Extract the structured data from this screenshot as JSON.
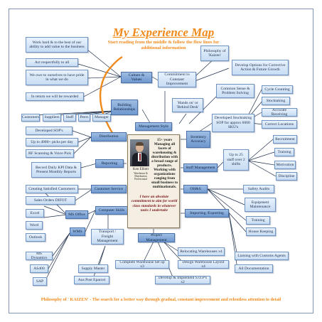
{
  "title": "My Experience Map",
  "subtitle": "Start reading from the middle & follow the flow lines for additional information",
  "center": {
    "summary": "15+ years Managing all facets of warehousing & distribution with a broad range of products. Working with organizations ranging from small business to multinationals.",
    "name": "Ken Elliott",
    "role": "Warehouse & Distribution Professional",
    "commitment": "I have an absolute commitment to aim for world class standards in whatever tasks I undertake"
  },
  "nodes": {
    "work_hard": "Work hard & to the best of our ability to add value to the business",
    "act_respectfully": "Act respectfully to all",
    "owe_ourselves": "We owe to ourselves to have pride in what we do",
    "in_return": "In return we will be rewarded",
    "culture_values": "Culture & Values",
    "commitment_improvement": "Commitment to Constant Improvement",
    "philosophy_kaizen": "Philosophy of 'Kaizen'",
    "develop_options": "Develop Options for Corrective Action & Future Growth",
    "common_sense": "Common Sense & Problem Solving",
    "hands_on": "'Hands on' or 'Behind Desk'",
    "building_relationships": "Building Relationships",
    "customers": "Customers",
    "suppliers": "Suppliers",
    "staff": "Staff",
    "peers": "Peers",
    "manager": "Manager",
    "management_style": "Management Style",
    "cycle_counting": "Cycle Counting",
    "stocktaking": "Stocktaking",
    "accurate_receiving": "Accurate Receiving",
    "correct_locations": "Correct Locations",
    "developed_stocktaking": "Developed Stocktaking SOP for approx 6000 SKU's",
    "inventory_accuracy": "Inventory Accuracy",
    "developed_sops": "Developed SOP's",
    "up_to_4000": "Up to 4000+ picks per day",
    "rf_scanning": "RF Scanning & Voice Pick",
    "distribution": "Distribution",
    "recruitment": "Recruitment",
    "training_1": "Training",
    "motivation": "Motivation",
    "discipline": "Discipline",
    "up_to_25": "Up to 25 staff over 2 shifts",
    "staff_management": "Staff Management",
    "record_kpi": "Record Daily KPI Data & Present Monthly Reports",
    "reporting": "Reporting",
    "creating_customers": "Creating Satisfied Customers",
    "sales_orders": "Sales Orders DIFOT",
    "customer_service": "Customer Service",
    "ohs": "OH&S",
    "safety_audits": "Safety Audits",
    "equipment_maintenance": "Equipment Maintenance",
    "training_2": "Training",
    "house_keeping": "House Keeping",
    "excel": "Excel",
    "word": "Word",
    "outlook": "Outlook",
    "ms_office": "MS Office",
    "computer_skills": "Computer Skills",
    "wms": "WMS",
    "ms_dynamics": "MS Dynamics",
    "as400": "AS400",
    "sap": "SAP",
    "transport_freight": "Transport / Freight Management",
    "supply_master": "Supply Master",
    "aus_post": "Aus Post Eparcel",
    "importing_exporting": "Importing /Exporting",
    "liaising_customs": "Liaising with Customs Agents",
    "all_documentation": "All Documentation",
    "project_management": "Project Management",
    "complete_warehouse": "Complete Warehouse Set up x3",
    "relocating_warehouses": "Relocating Warehouses x4",
    "design_warehouse": "Design Warehouse Layout x4",
    "develop_implement": "Develop & Implement S.O.P's x2"
  },
  "footer": {
    "lead": "Philosophy of ' KAIZEN' -",
    "text": "The search for a better way through gradual, constant improvement and relentless attention to detail"
  },
  "colors": {
    "accent": "#f08a1c",
    "box_light": "#d8e7f8",
    "box_dark": "#7ea4d6",
    "line": "#1f2f4a"
  }
}
